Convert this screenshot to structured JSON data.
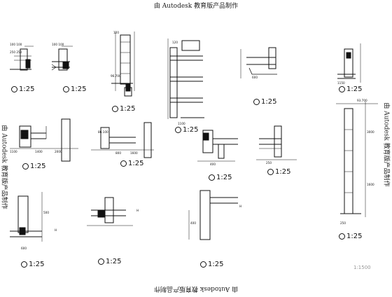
{
  "watermark": {
    "top": "由 Autodesk 教育版产品制作",
    "bottom": "由 Autodesk 教育版产品制作",
    "left": "由 Autodesk 教育版产品制作",
    "right": "由 Autodesk 教育版产品制作"
  },
  "scale_labels": [
    "1:25",
    "1:25",
    "1:25",
    "1:25",
    "1:25",
    "1:25",
    "1:25",
    "1:25",
    "1:25",
    "1:25",
    "1:25",
    "1:25",
    "1:25",
    "1:25"
  ],
  "dims": {
    "d1": "100 100",
    "d2": "250 250",
    "d3": "100 100",
    "d4": "120",
    "d5": "120",
    "d6": "1100",
    "d7": "96.700",
    "d8": "600",
    "d9": "1150",
    "d10": "1100",
    "d11": "1400",
    "d12": "2000",
    "d13": "800",
    "d14": "1600",
    "d15": "400",
    "d16": "250",
    "d17": "600",
    "d18": "500",
    "d19": "86.100",
    "d20": "3000",
    "d21": "93.700",
    "d22": "1600",
    "d23": "250",
    "d24": "400"
  },
  "labels": {
    "h": "H",
    "corner": "1:1500"
  }
}
